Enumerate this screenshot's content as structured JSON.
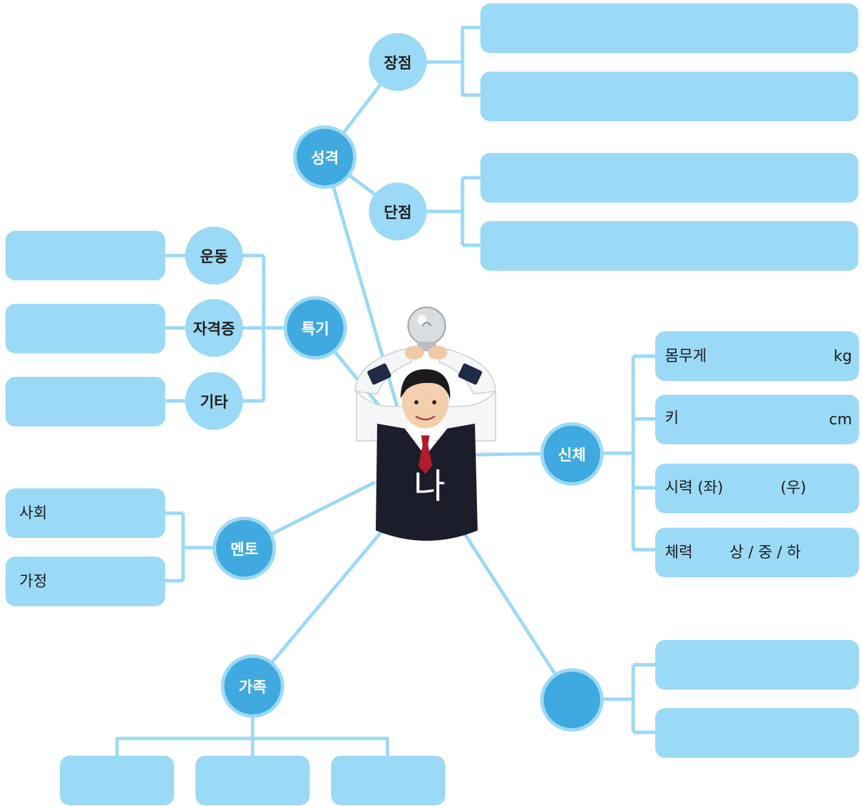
{
  "center": {
    "label": "나"
  },
  "branches": {
    "personality": {
      "label": "성격",
      "strengths": "장점",
      "weaknesses": "단점"
    },
    "talents": {
      "label": "특기",
      "sports": "운동",
      "certificates": "자격증",
      "other": "기타"
    },
    "body": {
      "label": "신체",
      "weight_label": "몸무게",
      "weight_unit": "kg",
      "height_label": "키",
      "height_unit": "cm",
      "vision_label": "시력 (좌)",
      "vision_right": "(우)",
      "stamina_label": "체력",
      "stamina_options": "상 / 중 / 하"
    },
    "mentor": {
      "label": "멘토",
      "society": "사회",
      "home": "가정"
    },
    "family": {
      "label": "가족"
    },
    "blank": {
      "label": ""
    }
  },
  "colors": {
    "line": "#9bdaf6",
    "circle_light": "#9bdaf6",
    "circle_dark": "#3fa9e0",
    "box": "#9bdaf6"
  }
}
